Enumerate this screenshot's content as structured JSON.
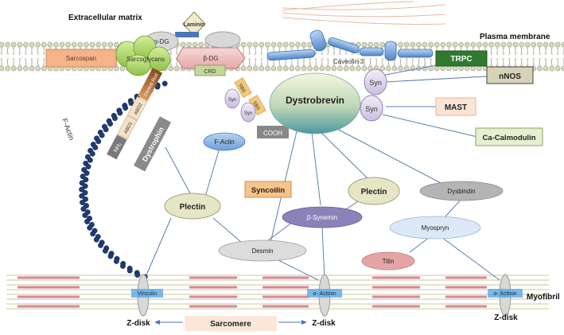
{
  "header": {
    "extracellular_matrix": "Extracellular matrix",
    "plasma_membrane": "Plasma membrane",
    "myofibril": "Myofibril"
  },
  "membrane_proteins": {
    "laminin": "Laminin",
    "alpha_dg": "α-DG",
    "beta_dg": "β-DG",
    "crd": "CRD",
    "sarcospan": "Sarcospan",
    "sarcoglycans": "Sarcoglycans",
    "caveolin3": "Caveolin-3",
    "trpc": "TRPC"
  },
  "dystrophin": {
    "label": "Dystrophin",
    "nh2": "NH₂",
    "abd1": "ABD1",
    "abd2": "ABD2",
    "central_rod": "Central Rod",
    "f_actin_strand": "F-Actin"
  },
  "dystrobrevin": {
    "label": "Dystrobrevin",
    "cooh": "COOH",
    "sbs1": "SBS",
    "sbs2": "SBS",
    "syn_small_1": "Syn",
    "syn_small_2": "Syn",
    "syn1": "Syn",
    "syn2": "Syn"
  },
  "partners": {
    "nnos": "nNOS",
    "mast": "MAST",
    "ca_calmodulin": "Ca-Calmodulin",
    "f_actin": "F-Actin",
    "plectin_left": "Plectin",
    "syncoilin": "Syncoilin",
    "plectin_right": "Plectin",
    "dysbindin": "Dysbindin",
    "beta_synemin": "β-Synemin",
    "myospryn": "Myospryn",
    "desmin": "Desmin",
    "titin": "Titin"
  },
  "zdisk": {
    "vinculin": "Vinculin",
    "alpha_actinin_1": "α- Actinin",
    "alpha_actinin_2": "α- Actinin",
    "z_disk_left": "Z-disk",
    "z_disk_mid": "Z-disk",
    "z_disk_right": "Z-disk",
    "sarcomere": "Sarcomere"
  },
  "colors": {
    "lipid_head": "#d8d8c0",
    "lipid_outline": "#9a9a82",
    "f_actin_bead": "#1f3d73",
    "dystrobrevin_top": "#f4f6e0",
    "dystrobrevin_bottom": "#5aa0a8",
    "trpc": "#2f7a2f",
    "nnos_fill": "#d6d3b8",
    "mast_fill": "#fce4d4",
    "ca_calmodulin_fill": "#e6efd0",
    "syncoilin_fill": "#f8c38a",
    "beta_synemin_fill": "#8c82b8",
    "titin_fill": "#e5a5a5",
    "myospryn_fill": "#dce8f6",
    "desmin_fill": "#dcdcdc",
    "plectin_fill": "#e6e6c6",
    "dysbindin_fill": "#b4b4b4",
    "z_label_blue": "#5aa7e6",
    "sarcomere_bar": "#fbe6d8",
    "actin_red": "#d9869a",
    "line_blue": "#5a7fae"
  }
}
